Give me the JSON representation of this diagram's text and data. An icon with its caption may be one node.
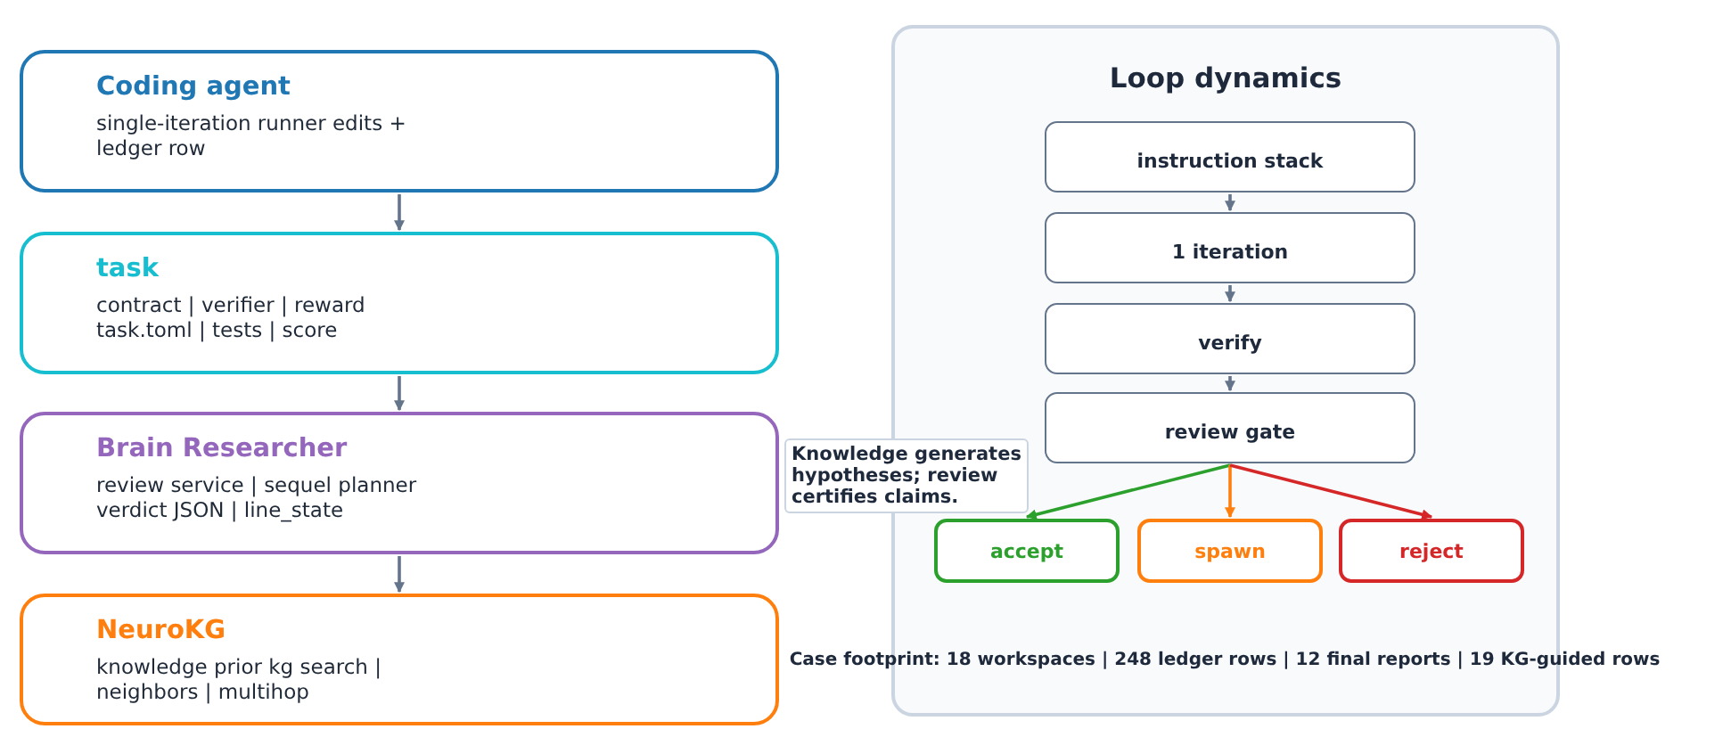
{
  "diagram": {
    "nodes": [
      {
        "text": [
          "Coding agent",
          "single-iteration runner edits + ledger row"
        ]
      },
      {
        "text": [
          "task",
          "contract | verifier | reward task.toml | tests | score"
        ]
      },
      {
        "text": [
          "Brain Researcher",
          "review service | sequel planner verdict JSON | line_state"
        ]
      },
      {
        "text": [
          "NeuroKG",
          "knowledge prior kg search | neighbors | multihop"
        ]
      },
      {
        "text": [
          "Loop dynamics"
        ]
      },
      {
        "text": [
          "instruction stack"
        ],
        "in": 4
      },
      {
        "text": [
          "1 iteration"
        ],
        "in": 4
      },
      {
        "text": [
          "verify"
        ],
        "in": 4
      },
      {
        "text": [
          "review gate"
        ],
        "in": 4
      },
      {
        "text": [
          "accept"
        ],
        "in": 4
      },
      {
        "text": [
          "spawn"
        ],
        "in": 4
      },
      {
        "text": [
          "reject"
        ],
        "in": 4
      },
      {
        "text": [
          "Knowledge generates hypotheses; review certifies claims."
        ]
      }
    ],
    "edges": [
      {
        "from": 0,
        "to": 1,
        "arrow": "to"
      },
      {
        "from": 1,
        "to": 2,
        "arrow": "to"
      },
      {
        "from": 2,
        "to": 3,
        "arrow": "to"
      },
      {
        "from": 5,
        "to": 6,
        "arrow": "to"
      },
      {
        "from": 6,
        "to": 7,
        "arrow": "to"
      },
      {
        "from": 7,
        "to": 8,
        "arrow": "to"
      },
      {
        "from": 8,
        "to": 9,
        "arrow": "to",
        "color": "#2ca02c"
      },
      {
        "from": 8,
        "to": 10,
        "arrow": "to",
        "color": "#ff7f0e"
      },
      {
        "from": 8,
        "to": 11,
        "arrow": "to",
        "color": "#d62728"
      }
    ],
    "labels": [
      "Case footprint: 18 workspaces | 248 ledger rows | 12 final reports | 19 KG-guided rows"
    ]
  }
}
